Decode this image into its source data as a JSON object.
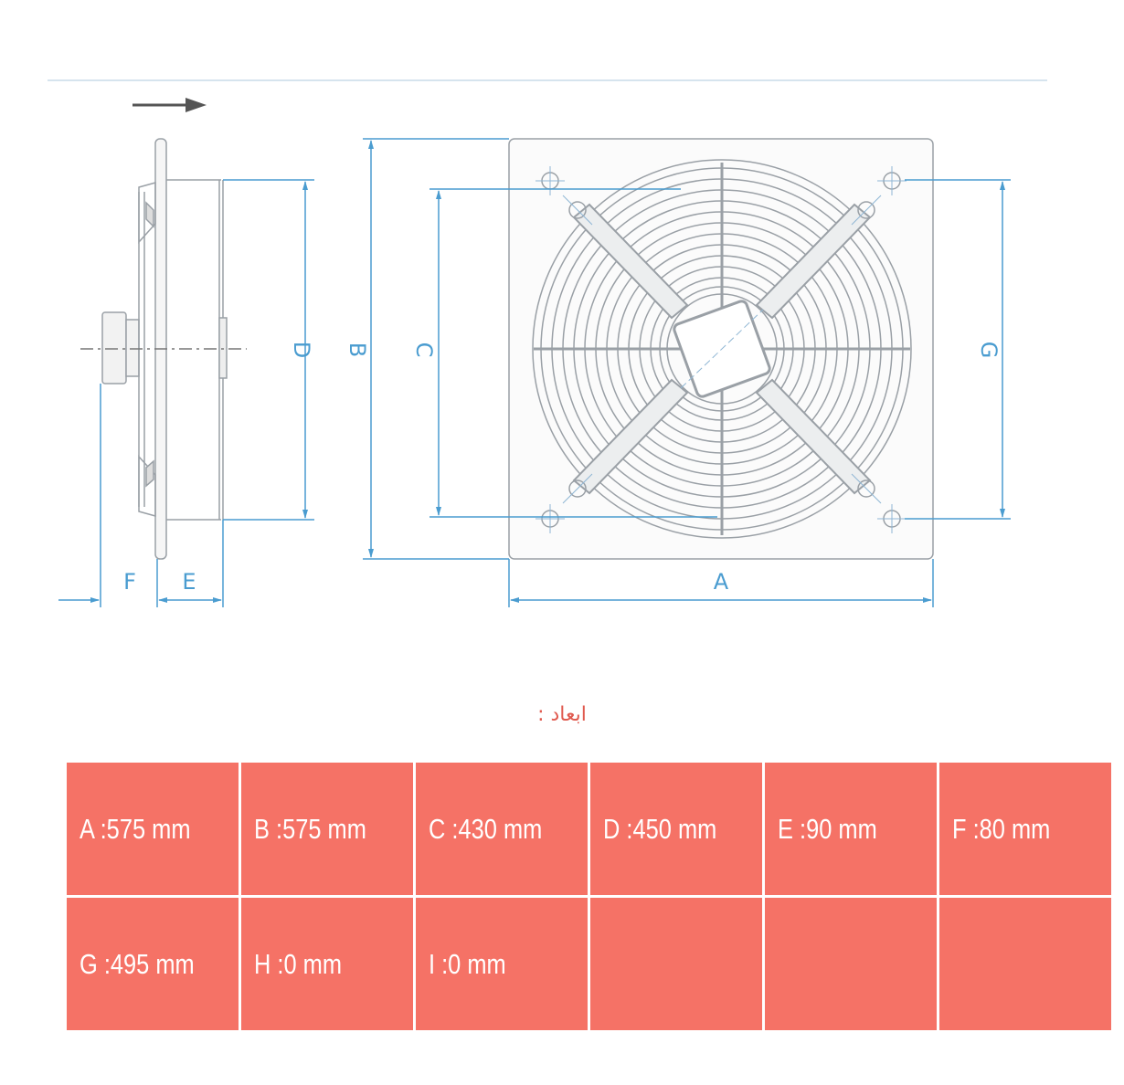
{
  "drawing": {
    "labels": {
      "A": "A",
      "B": "B",
      "C": "C",
      "D": "D",
      "E": "E",
      "F": "F",
      "G": "G"
    },
    "colors": {
      "dimension": "#4a9cd0",
      "outline": "#9aa0a6",
      "guard": "#9a9ea3"
    }
  },
  "section_title": "ابعاد :",
  "table": {
    "rows": [
      [
        "A :575 mm",
        "B :575 mm",
        "C :430 mm",
        "D :450 mm",
        "E :90 mm",
        "F :80 mm"
      ],
      [
        "G :495 mm",
        "H :0 mm",
        "I :0 mm",
        "",
        "",
        ""
      ]
    ],
    "cell_color": "#f57266"
  }
}
